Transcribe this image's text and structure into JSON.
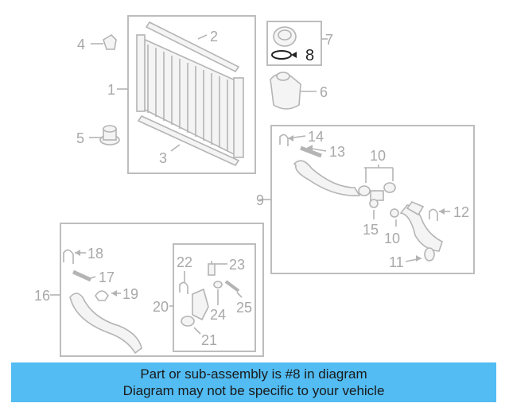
{
  "diagram": {
    "highlight_color": "#222222",
    "muted_color": "#a8a8a8",
    "callouts": [
      "1",
      "2",
      "3",
      "4",
      "5",
      "6",
      "7",
      "8",
      "9",
      "10",
      "10",
      "11",
      "12",
      "13",
      "14",
      "15",
      "16",
      "17",
      "18",
      "19",
      "20",
      "21",
      "22",
      "23",
      "24",
      "25"
    ]
  },
  "banner": {
    "line1": "Part or sub-assembly is #8 in diagram",
    "line2": "Diagram may not be specific to your vehicle",
    "color": "#52bcf3"
  }
}
